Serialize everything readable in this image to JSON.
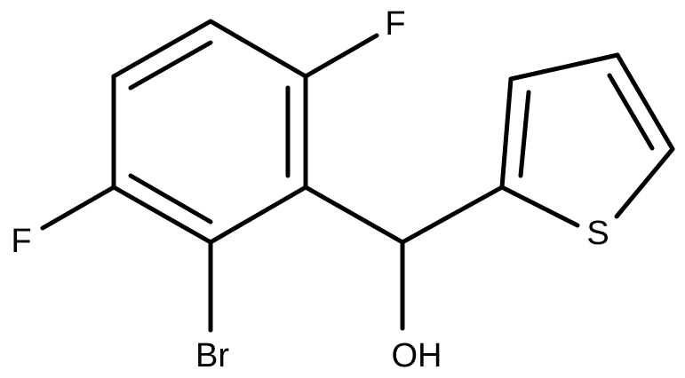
{
  "atoms": {
    "f_top": "F",
    "f_left": "F",
    "br": "Br",
    "oh": "OH",
    "s": "S"
  },
  "colors": {
    "bond": "#000000",
    "label": "#000000",
    "background": "#ffffff"
  }
}
